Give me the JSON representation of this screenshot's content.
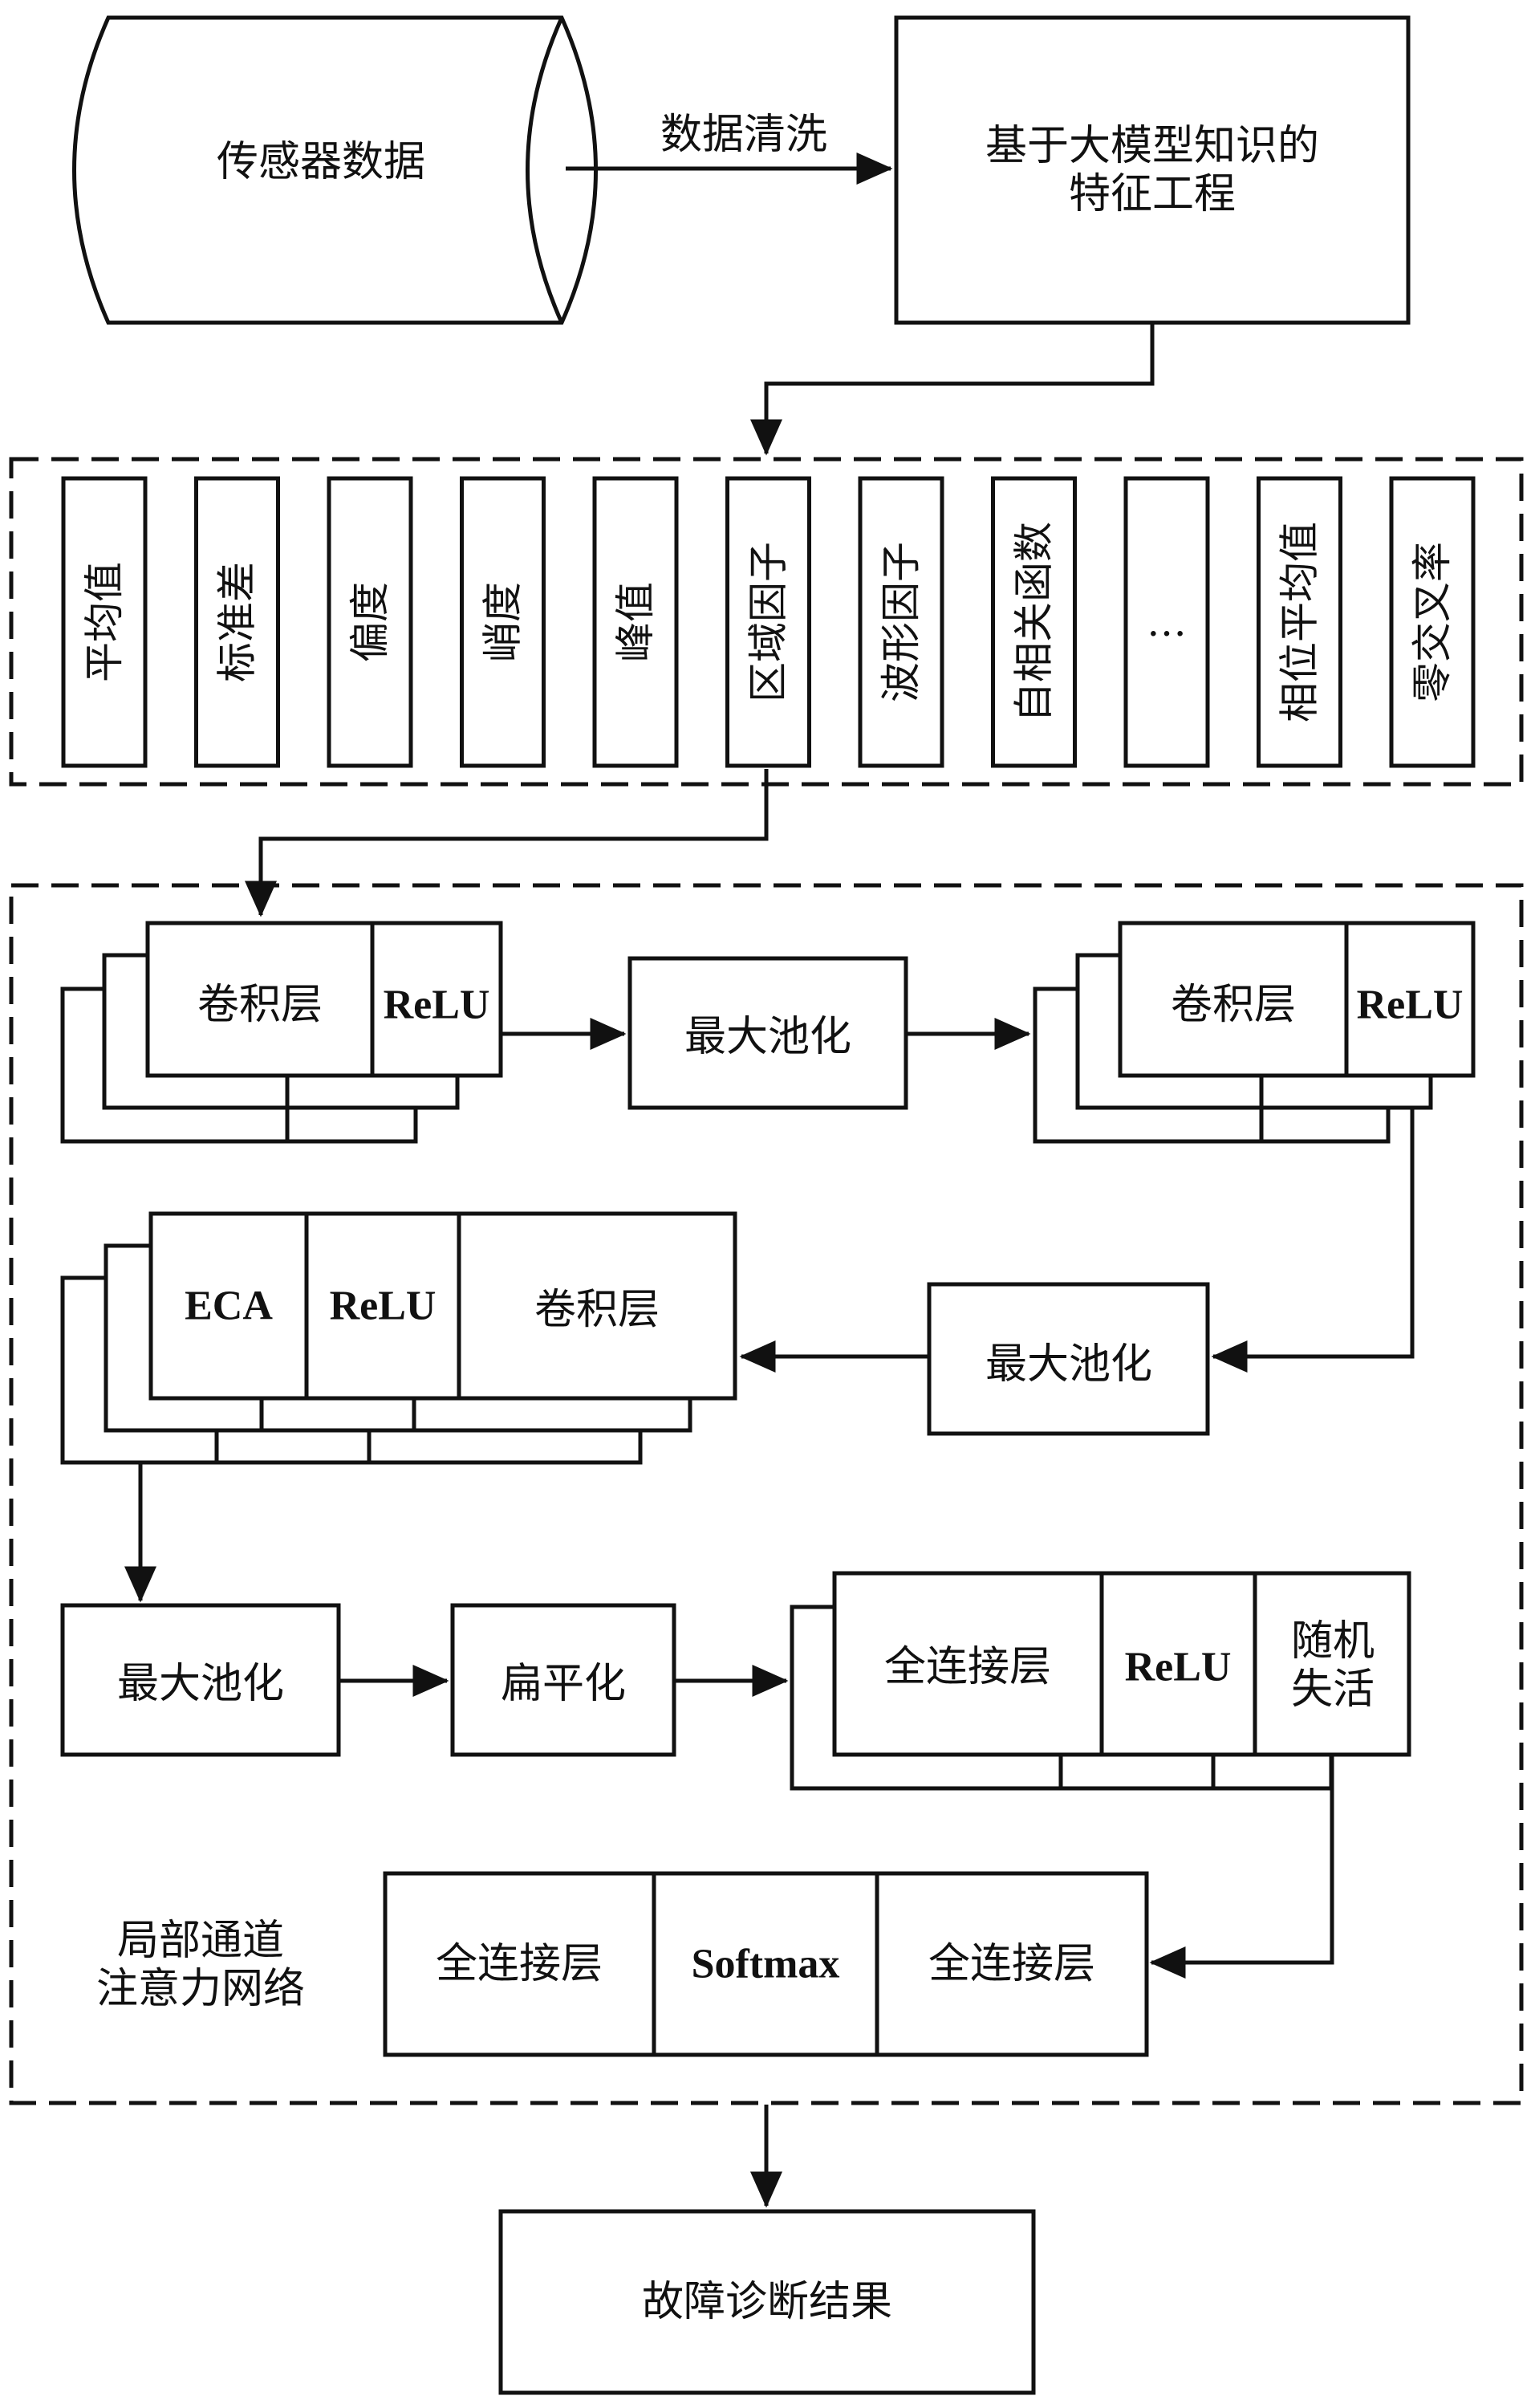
{
  "diagram": {
    "source": "传感器数据",
    "cleaning_label": "数据清洗",
    "feature_engineering": [
      "基于大模型知识的",
      "特征工程"
    ],
    "features": [
      "平均值",
      "标准差",
      "偏度",
      "峭度",
      "峰值",
      "区域因子",
      "波形因子",
      "自相关函数",
      "…",
      "相位平均值",
      "零交叉率"
    ],
    "block1": {
      "conv": "卷积层",
      "relu": "ReLU"
    },
    "pool1": "最大池化",
    "block2": {
      "conv": "卷积层",
      "relu": "ReLU"
    },
    "pool2": "最大池化",
    "block3": {
      "eca": "ECA",
      "relu": "ReLU",
      "conv": "卷积层"
    },
    "pool3": "最大池化",
    "flatten": "扁平化",
    "block4": {
      "fc": "全连接层",
      "relu": "ReLU",
      "dropout": [
        "随机",
        "失活"
      ]
    },
    "network_label": [
      "局部通道",
      "注意力网络"
    ],
    "output_block": {
      "fc1": "全连接层",
      "softmax": "Softmax",
      "fc2": "全连接层"
    },
    "result": "故障诊断结果"
  }
}
